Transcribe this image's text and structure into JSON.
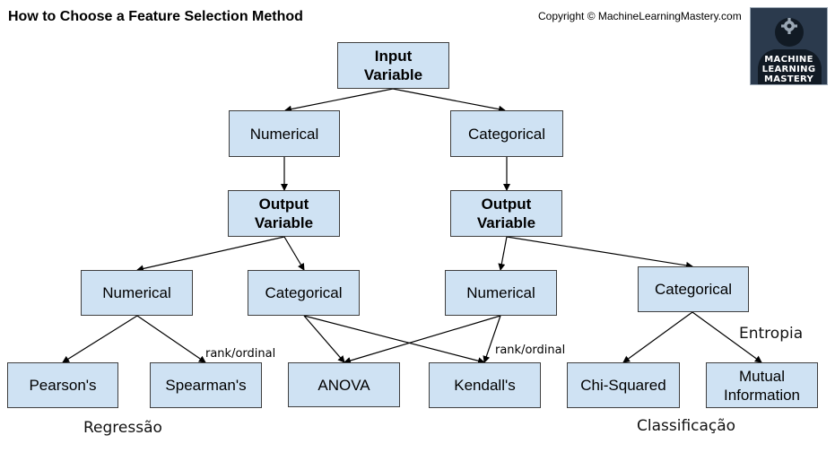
{
  "title": "How to Choose a Feature Selection Method",
  "copyright": "Copyright © MachineLearningMastery.com",
  "logo": {
    "text": [
      "MACHINE",
      "LEARNING",
      "MASTERY"
    ]
  },
  "nodes": {
    "input": "Input Variable",
    "numerical": "Numerical",
    "categorical": "Categorical",
    "output_left": "Output Variable",
    "output_right": "Output Variable",
    "num_num": "Numerical",
    "num_cat": "Categorical",
    "cat_num": "Numerical",
    "cat_cat": "Categorical",
    "pearson": "Pearson's",
    "spearman": "Spearman's",
    "anova": "ANOVA",
    "kendall": "Kendall's",
    "chi": "Chi-Squared",
    "mutual": "Mutual Information"
  },
  "edge_labels": {
    "rank_left": "rank/ordinal",
    "rank_right": "rank/ordinal"
  },
  "annotations": {
    "regressao": "Regressão",
    "classificacao": "Classificação",
    "entropia": "Entropia"
  }
}
